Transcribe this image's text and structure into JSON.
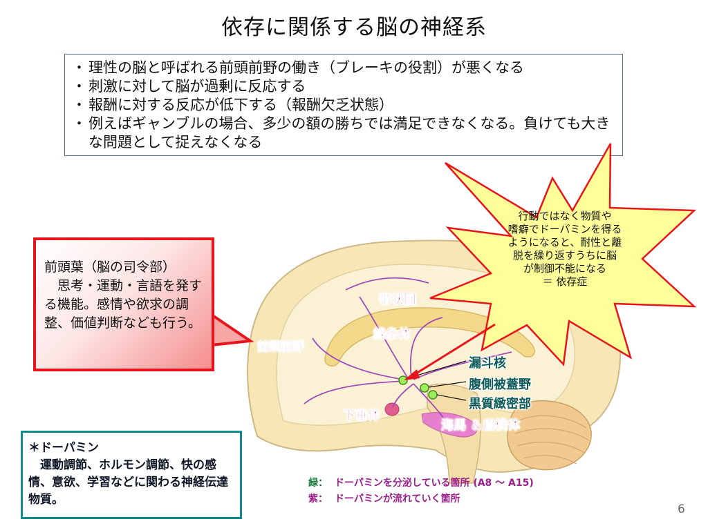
{
  "title": "依存に関係する脳の神経系",
  "bullets": [
    "理性の脳と呼ばれる前頭前野の働き（ブレーキの役割）が悪くなる",
    "刺激に対して脳が過剰に反応する",
    "報酬に対する反応が低下する（報酬欠乏状態）",
    "例えばギャンブルの場合、多少の額の勝ちでは満足できなくなる。負けても大きな問題として捉えなくなる"
  ],
  "pfc_callout": {
    "line1": "前頭葉（脳の司令部）",
    "line2": "　思考・運動・言語を発する機能。感情や欲求の調整、価値判断なども行う。"
  },
  "star_callout": {
    "lines": [
      "行動ではなく物質や",
      "嗜癖でドーパミンを得る",
      "ようになると、耐性と離",
      "脱を繰り返すうちに脳",
      "が制御不能になる",
      "＝ 依存症"
    ]
  },
  "brain_labels": {
    "cingulate": "帯状回",
    "striatum": "線条体",
    "prefrontal": "前頭前野",
    "pituitary": "下垂体",
    "hippocampus": "海馬 ＆扁桃体",
    "infundibulum": "漏斗核",
    "vta": "腹側被蓋野",
    "substantia_nigra": "黒質緻密部"
  },
  "dopamine_box": {
    "heading": "＊ドーパミン",
    "body": "　運動調節、ホルモン調節、快の感情、意欲、学習などに関わる神経伝達物質。"
  },
  "legend": {
    "green_key": "緑：",
    "green_text": "ドーパミンを分泌している箇所 (A8 ～ A15)",
    "purple_key": "紫：",
    "purple_text": "ドーパミンが流れていく箇所"
  },
  "page_number": "6",
  "colors": {
    "callout_border": "#e8141c",
    "star_fill": "#ffff99",
    "star_border": "#e8141c",
    "label_magenta": "#c0177a",
    "label_teal": "#0e5c5c",
    "dopamine_box_border": "#128a8a"
  }
}
